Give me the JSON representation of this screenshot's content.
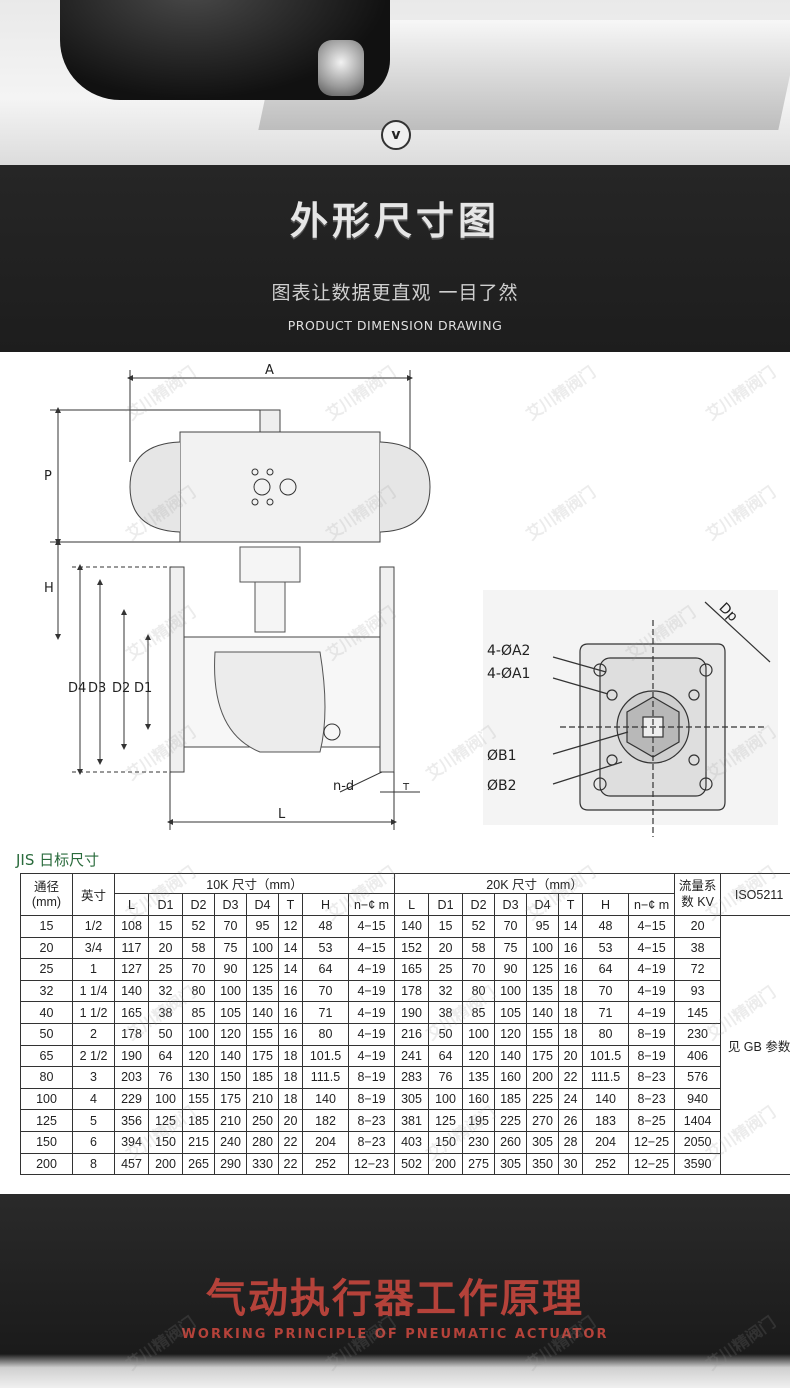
{
  "header": {
    "badge_glyph": "v",
    "title": "外形尺寸图",
    "subtitle": "图表让数据更直观  一目了然",
    "subtitle_en": "PRODUCT DIMENSION DRAWING"
  },
  "drawing": {
    "labels": {
      "A": "A",
      "P": "P",
      "H": "H",
      "D4": "D4",
      "D3": "D3",
      "D2": "D2",
      "D1": "D1",
      "L": "L",
      "nd": "n-d",
      "T": "T",
      "A2": "4-ØA2",
      "A1": "4-ØA1",
      "B1": "ØB1",
      "B2": "ØB2",
      "Dp": "Dp"
    },
    "watermark": "艾川精阀门"
  },
  "table": {
    "title": "JIS 日标尺寸",
    "head": {
      "dn": "通径\n(mm)",
      "inch": "英寸",
      "k10": "10K 尺寸（mm）",
      "k20": "20K 尺寸（mm）",
      "kv": "流量系数 KV",
      "iso": "ISO5211"
    },
    "sub_cols": [
      "L",
      "D1",
      "D2",
      "D3",
      "D4",
      "T",
      "H",
      "n−¢ m"
    ],
    "iso_note": "见 GB 参数",
    "rows": [
      [
        "15",
        "1/2",
        "108",
        "15",
        "52",
        "70",
        "95",
        "12",
        "48",
        "4−15",
        "140",
        "15",
        "52",
        "70",
        "95",
        "14",
        "48",
        "4−15",
        "20"
      ],
      [
        "20",
        "3/4",
        "117",
        "20",
        "58",
        "75",
        "100",
        "14",
        "53",
        "4−15",
        "152",
        "20",
        "58",
        "75",
        "100",
        "16",
        "53",
        "4−15",
        "38"
      ],
      [
        "25",
        "1",
        "127",
        "25",
        "70",
        "90",
        "125",
        "14",
        "64",
        "4−19",
        "165",
        "25",
        "70",
        "90",
        "125",
        "16",
        "64",
        "4−19",
        "72"
      ],
      [
        "32",
        "1 1/4",
        "140",
        "32",
        "80",
        "100",
        "135",
        "16",
        "70",
        "4−19",
        "178",
        "32",
        "80",
        "100",
        "135",
        "18",
        "70",
        "4−19",
        "93"
      ],
      [
        "40",
        "1 1/2",
        "165",
        "38",
        "85",
        "105",
        "140",
        "16",
        "71",
        "4−19",
        "190",
        "38",
        "85",
        "105",
        "140",
        "18",
        "71",
        "4−19",
        "145"
      ],
      [
        "50",
        "2",
        "178",
        "50",
        "100",
        "120",
        "155",
        "16",
        "80",
        "4−19",
        "216",
        "50",
        "100",
        "120",
        "155",
        "18",
        "80",
        "8−19",
        "230"
      ],
      [
        "65",
        "2 1/2",
        "190",
        "64",
        "120",
        "140",
        "175",
        "18",
        "101.5",
        "4−19",
        "241",
        "64",
        "120",
        "140",
        "175",
        "20",
        "101.5",
        "8−19",
        "406"
      ],
      [
        "80",
        "3",
        "203",
        "76",
        "130",
        "150",
        "185",
        "18",
        "111.5",
        "8−19",
        "283",
        "76",
        "135",
        "160",
        "200",
        "22",
        "111.5",
        "8−23",
        "576"
      ],
      [
        "100",
        "4",
        "229",
        "100",
        "155",
        "175",
        "210",
        "18",
        "140",
        "8−19",
        "305",
        "100",
        "160",
        "185",
        "225",
        "24",
        "140",
        "8−23",
        "940"
      ],
      [
        "125",
        "5",
        "356",
        "125",
        "185",
        "210",
        "250",
        "20",
        "182",
        "8−23",
        "381",
        "125",
        "195",
        "225",
        "270",
        "26",
        "183",
        "8−25",
        "1404"
      ],
      [
        "150",
        "6",
        "394",
        "150",
        "215",
        "240",
        "280",
        "22",
        "204",
        "8−23",
        "403",
        "150",
        "230",
        "260",
        "305",
        "28",
        "204",
        "12−25",
        "2050"
      ],
      [
        "200",
        "8",
        "457",
        "200",
        "265",
        "290",
        "330",
        "22",
        "252",
        "12−23",
        "502",
        "200",
        "275",
        "305",
        "350",
        "30",
        "252",
        "12−25",
        "3590"
      ]
    ]
  },
  "footer": {
    "title": "气动执行器工作原理",
    "title_en": "WORKING PRINCIPLE OF PNEUMATIC ACTUATOR"
  }
}
